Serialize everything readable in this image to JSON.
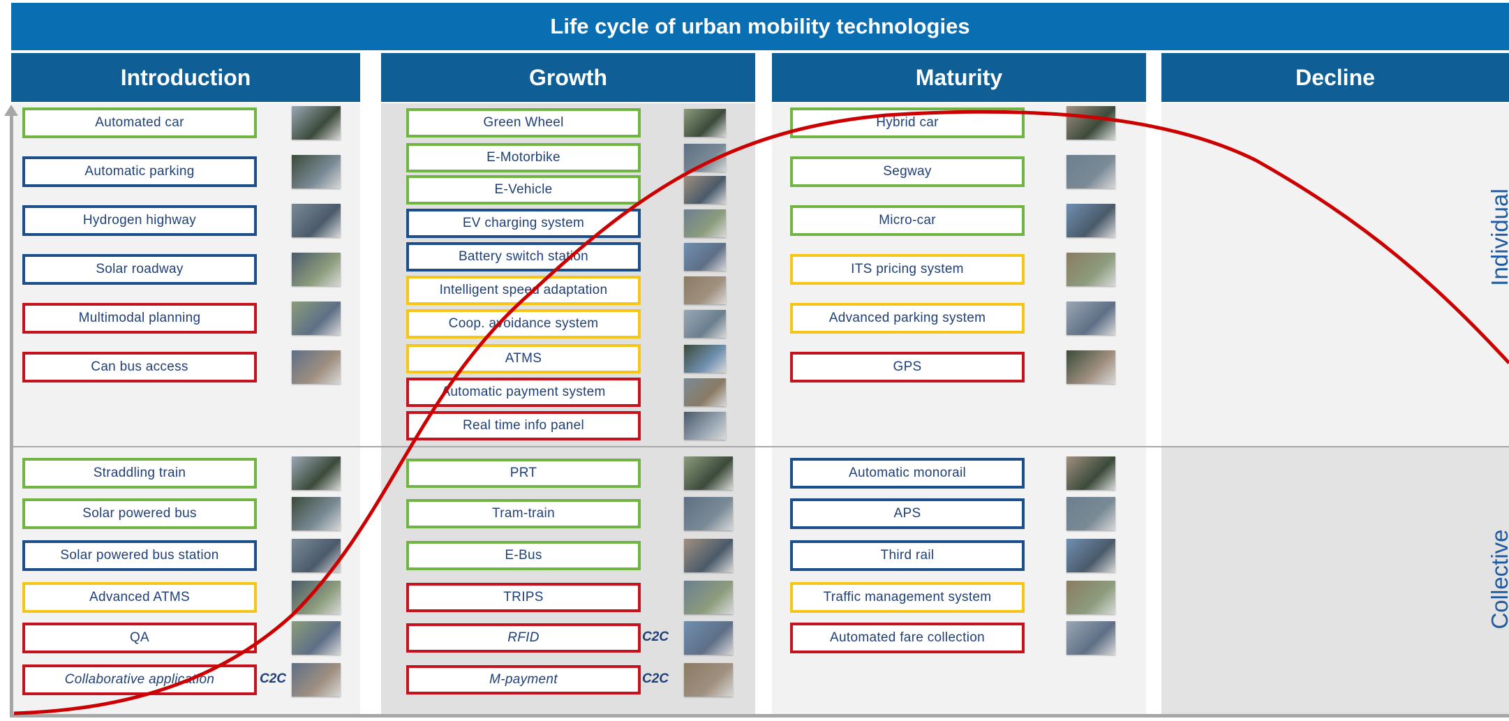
{
  "title": "Life cycle of urban mobility technologies",
  "phases": [
    "Introduction",
    "Growth",
    "Maturity",
    "Decline"
  ],
  "segments": {
    "individual": "Individual",
    "collective": "Collective"
  },
  "c2c_label": "C2C",
  "colors": {
    "green": "#70b543",
    "blue": "#1c4f8a",
    "yellow": "#f5c518",
    "red": "#c5121d",
    "curve": "#cc0000",
    "header": "#0f5e95",
    "banner": "#0a6fb2"
  },
  "introduction": {
    "individual": [
      {
        "label": "Automated car",
        "color": "green"
      },
      {
        "label": "Automatic parking",
        "color": "blue"
      },
      {
        "label": "Hydrogen highway",
        "color": "blue"
      },
      {
        "label": "Solar roadway",
        "color": "blue"
      },
      {
        "label": "Multimodal planning",
        "color": "red"
      },
      {
        "label": "Can bus access",
        "color": "red"
      }
    ],
    "collective": [
      {
        "label": "Straddling train",
        "color": "green"
      },
      {
        "label": "Solar powered bus",
        "color": "green"
      },
      {
        "label": "Solar powered bus station",
        "color": "blue"
      },
      {
        "label": "Advanced ATMS",
        "color": "yellow"
      },
      {
        "label": "QA",
        "color": "red"
      },
      {
        "label": "Collaborative application",
        "color": "red",
        "italic": true,
        "c2c": true
      }
    ]
  },
  "growth": {
    "individual": [
      {
        "label": "Green Wheel",
        "color": "green"
      },
      {
        "label": "E-Motorbike",
        "color": "green"
      },
      {
        "label": "E-Vehicle",
        "color": "green"
      },
      {
        "label": "EV charging system",
        "color": "blue"
      },
      {
        "label": "Battery switch station",
        "color": "blue"
      },
      {
        "label": "Intelligent speed adaptation",
        "color": "yellow"
      },
      {
        "label": "Coop. avoidance system",
        "color": "yellow"
      },
      {
        "label": "ATMS",
        "color": "yellow"
      },
      {
        "label": "Automatic payment system",
        "color": "red"
      },
      {
        "label": "Real time info panel",
        "color": "red"
      }
    ],
    "collective": [
      {
        "label": "PRT",
        "color": "green"
      },
      {
        "label": "Tram-train",
        "color": "green"
      },
      {
        "label": "E-Bus",
        "color": "green"
      },
      {
        "label": "TRIPS",
        "color": "red"
      },
      {
        "label": "RFID",
        "color": "red",
        "italic": true,
        "c2c": true
      },
      {
        "label": "M-payment",
        "color": "red",
        "italic": true,
        "c2c": true
      }
    ]
  },
  "maturity": {
    "individual": [
      {
        "label": "Hybrid car",
        "color": "green"
      },
      {
        "label": "Segway",
        "color": "green"
      },
      {
        "label": "Micro-car",
        "color": "green"
      },
      {
        "label": "ITS pricing system",
        "color": "yellow"
      },
      {
        "label": "Advanced parking system",
        "color": "yellow"
      },
      {
        "label": "GPS",
        "color": "red"
      }
    ],
    "collective": [
      {
        "label": "Automatic monorail",
        "color": "blue"
      },
      {
        "label": "APS",
        "color": "blue"
      },
      {
        "label": "Third rail",
        "color": "blue"
      },
      {
        "label": "Traffic management system",
        "color": "yellow"
      },
      {
        "label": "Automated fare collection",
        "color": "red"
      }
    ]
  }
}
